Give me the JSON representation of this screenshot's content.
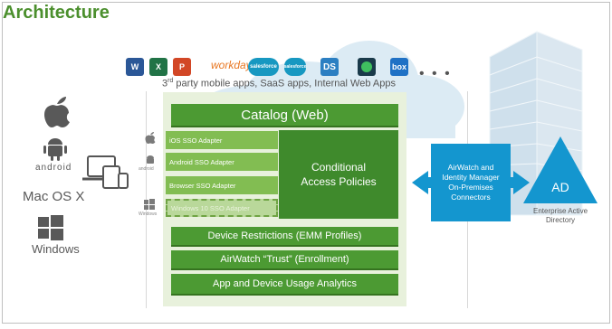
{
  "title": "Architecture",
  "apps_caption_prefix": "3",
  "apps_caption_sup": "rd",
  "apps_caption_rest": " party mobile apps, SaaS apps, Internal Web Apps",
  "app_icons": [
    "word-icon",
    "excel-icon",
    "powerpoint-icon",
    "workday-logo",
    "salesforce-logo",
    "salesforce-logo",
    "docusign-logo",
    "circle-app-icon",
    "box-logo"
  ],
  "app_icon_labels": {
    "word": "W",
    "excel": "X",
    "powerpoint": "P",
    "workday": "workday",
    "salesforce": "salesforce",
    "ds": "DS",
    "box": "box"
  },
  "catalog": "Catalog (Web)",
  "adapters": [
    "iOS SSO Adapter",
    "Android SSO Adapter",
    "Browser SSO Adapter",
    "Windows 10 SSO Adapter"
  ],
  "conditional_access": "Conditional Access Policies",
  "bars": [
    "Device Restrictions (EMM Profiles)",
    "AirWatch “Trust” (Enrollment)",
    "App and Device Usage Analytics"
  ],
  "connector": "AirWatch and Identity Manager On-Premises Connectors",
  "ad_label": "AD",
  "ad_caption": "Enterprise Active Directory",
  "os_labels": {
    "android": "android",
    "mac": "Mac OS X",
    "windows": "Windows"
  },
  "small_os_labels": {
    "android": "android",
    "windows": "Windows"
  },
  "colors": {
    "title": "#4b8f2d",
    "green_dark": "#4c9a33",
    "green_light": "#82bd52",
    "blue": "#1496cf",
    "cloud": "#dcebf4"
  }
}
